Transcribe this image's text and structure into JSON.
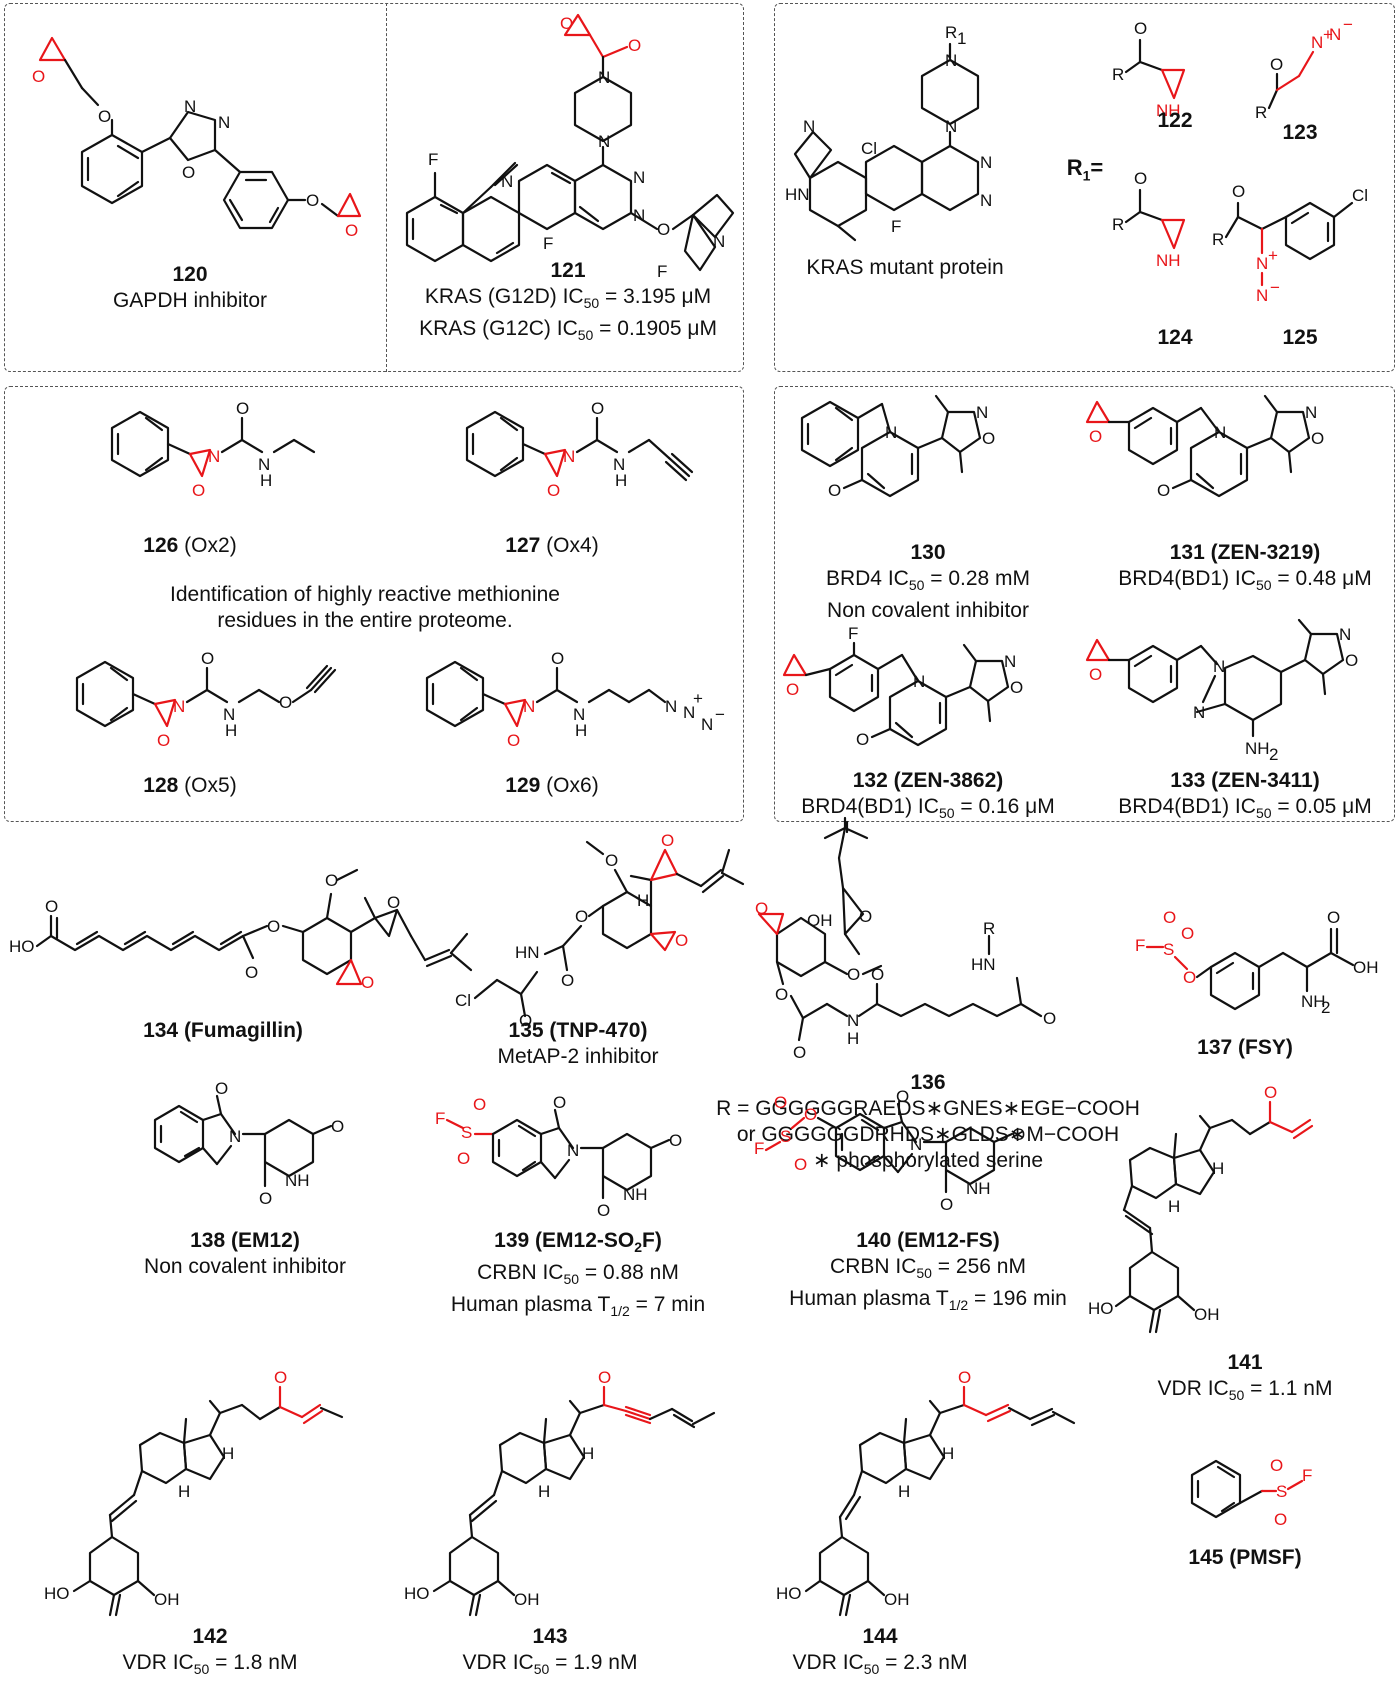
{
  "panels": {
    "p1": {
      "c120": {
        "num": "120",
        "desc": "GAPDH inhibitor"
      },
      "c121": {
        "num": "121",
        "line1": "KRAS (G12D) IC",
        "line1_sub": "50",
        "line1_val": " = 3.195 μM",
        "line2": "KRAS (G12C) IC",
        "line2_sub": "50",
        "line2_val": " = 0.1905 μM"
      }
    },
    "p2": {
      "desc": "KRAS mutant protein",
      "r1_label": "R",
      "r1_sub": "1",
      "r1_eq": "=",
      "c122": "122",
      "c123": "123",
      "c124": "124",
      "c125": "125"
    },
    "p3": {
      "c126": {
        "num": "126",
        "tag": " (Ox2)"
      },
      "c127": {
        "num": "127",
        "tag": " (Ox4)"
      },
      "c128": {
        "num": "128",
        "tag": " (Ox5)"
      },
      "c129": {
        "num": "129",
        "tag": " (Ox6)"
      },
      "caption1": "Identification of highly reactive methionine",
      "caption2": "residues in the entire proteome."
    },
    "p4": {
      "c130": {
        "num": "130",
        "l1": "BRD4 IC",
        "l1_sub": "50",
        "l1_val": " = 0.28 mM",
        "l2": "Non covalent inhibitor"
      },
      "c131": {
        "num": "131 (ZEN-3219)",
        "l1": "BRD4(BD1) IC",
        "l1_sub": "50",
        "l1_val": " = 0.48 μM"
      },
      "c132": {
        "num": "132 (ZEN-3862)",
        "l1": "BRD4(BD1) IC",
        "l1_sub": "50",
        "l1_val": " = 0.16 μM"
      },
      "c133": {
        "num": "133 (ZEN-3411)",
        "l1": "BRD4(BD1) IC",
        "l1_sub": "50",
        "l1_val": " = 0.05 μM"
      }
    }
  },
  "lower": {
    "c134": {
      "num": "134 (Fumagillin)"
    },
    "c135": {
      "num": "135 (TNP-470)",
      "desc": "MetAP-2 inhibitor"
    },
    "c136": {
      "num": "136",
      "l1": "R = GGGGGGRAEDS∗GNES∗EGE−COOH",
      "l2": "or GGGGGGDRHDS∗GLDS∗M−COOH",
      "l3": "∗ phosphorylated serine"
    },
    "c137": {
      "num": "137 (FSY)"
    },
    "c138": {
      "num": "138 (EM12)",
      "desc": "Non covalent inhibitor"
    },
    "c139": {
      "num": "139 (EM12-SO",
      "num_sub": "2",
      "num_end": "F)",
      "l1": "CRBN IC",
      "l1_sub": "50",
      "l1_val": " = 0.88 nM",
      "l2": "Human plasma T",
      "l2_sub": "1/2",
      "l2_val": " = 7 min"
    },
    "c140": {
      "num": "140 (EM12-FS)",
      "l1": "CRBN IC",
      "l1_sub": "50",
      "l1_val": " = 256 nM",
      "l2": "Human plasma T",
      "l2_sub": "1/2",
      "l2_val": " = 196 min"
    },
    "c141": {
      "num": "141",
      "l1": "VDR IC",
      "l1_sub": "50",
      "l1_val": " = 1.1 nM"
    },
    "c142": {
      "num": "142",
      "l1": "VDR IC",
      "l1_sub": "50",
      "l1_val": " = 1.8 nM"
    },
    "c143": {
      "num": "143",
      "l1": "VDR IC",
      "l1_sub": "50",
      "l1_val": " = 1.9 nM"
    },
    "c144": {
      "num": "144",
      "l1": "VDR IC",
      "l1_sub": "50",
      "l1_val": " = 2.3 nM"
    },
    "c145": {
      "num": "145 (PMSF)"
    }
  },
  "atoms": {
    "O": "O",
    "N": "N",
    "F": "F",
    "Cl": "Cl",
    "H": "H",
    "NH": "NH",
    "HN": "HN",
    "NH2": "NH",
    "sub2": "2",
    "R": "R",
    "R1": "R",
    "HO": "HO",
    "OH": "OH",
    "S": "S",
    "plus": "+",
    "minus": "−",
    "N3": "N"
  },
  "colors": {
    "text": "#111111",
    "warhead": "#e8161a",
    "border": "#555555"
  }
}
